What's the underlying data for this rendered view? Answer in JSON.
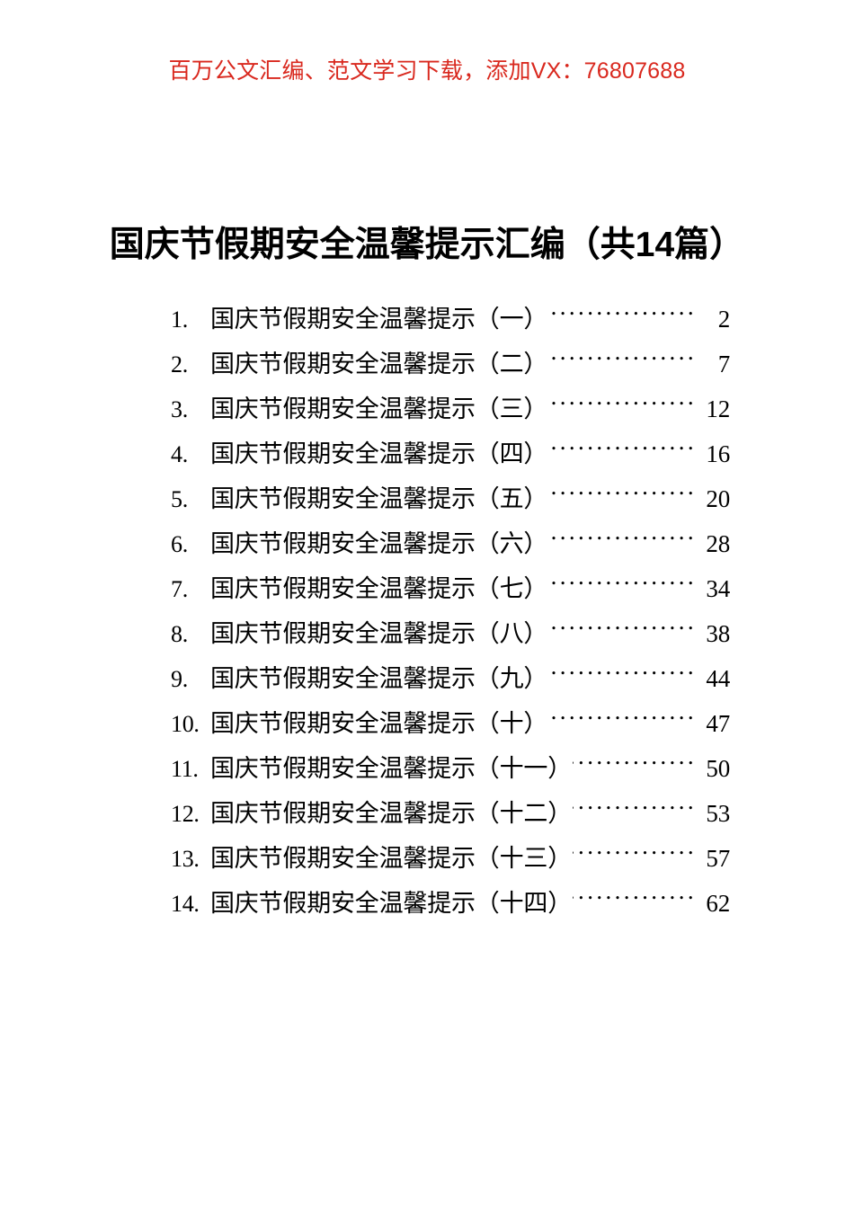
{
  "header": {
    "promo_text": "百万公文汇编、范文学习下载，添加VX：76807688",
    "promo_color": "#d9281e"
  },
  "title": {
    "text": "国庆节假期安全温馨提示汇编（共14篇）"
  },
  "toc": {
    "entries": [
      {
        "number": "1.",
        "label": "国庆节假期安全温馨提示（一）",
        "page": "2"
      },
      {
        "number": "2.",
        "label": "国庆节假期安全温馨提示（二）",
        "page": "7"
      },
      {
        "number": "3.",
        "label": "国庆节假期安全温馨提示（三）",
        "page": "12"
      },
      {
        "number": "4.",
        "label": "国庆节假期安全温馨提示（四）",
        "page": "16"
      },
      {
        "number": "5.",
        "label": "国庆节假期安全温馨提示（五）",
        "page": "20"
      },
      {
        "number": "6.",
        "label": "国庆节假期安全温馨提示（六）",
        "page": "28"
      },
      {
        "number": "7.",
        "label": "国庆节假期安全温馨提示（七）",
        "page": "34"
      },
      {
        "number": "8.",
        "label": "国庆节假期安全温馨提示（八）",
        "page": "38"
      },
      {
        "number": "9.",
        "label": "国庆节假期安全温馨提示（九）",
        "page": "44"
      },
      {
        "number": "10.",
        "label": "国庆节假期安全温馨提示（十）",
        "page": "47"
      },
      {
        "number": "11.",
        "label": "国庆节假期安全温馨提示（十一）",
        "page": "50"
      },
      {
        "number": "12.",
        "label": "国庆节假期安全温馨提示（十二）",
        "page": "53"
      },
      {
        "number": "13.",
        "label": "国庆节假期安全温馨提示（十三）",
        "page": "57"
      },
      {
        "number": "14.",
        "label": "国庆节假期安全温馨提示（十四）",
        "page": "62"
      }
    ]
  }
}
